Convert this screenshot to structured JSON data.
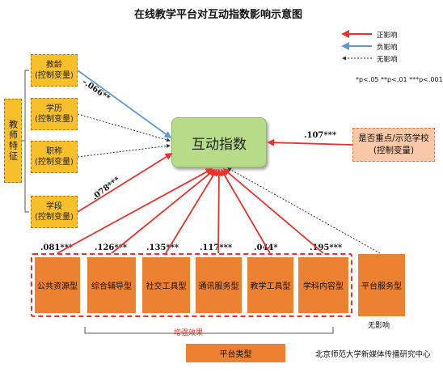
{
  "title": "在线教学平台对互动指数影响示意图",
  "legend": {
    "positive": "正影响",
    "negative": "负影响",
    "none": "无影响",
    "significance": "*p<.05 **p<.01 ***p<.001"
  },
  "teacher_group": {
    "label": "教师特征"
  },
  "controls": [
    {
      "label": "教龄\n(控制变量)"
    },
    {
      "label": "学历\n(控制变量)"
    },
    {
      "label": "职称\n(控制变量)"
    },
    {
      "label": "学段\n(控制变量)"
    }
  ],
  "center": {
    "label": "互动指数"
  },
  "school": {
    "label": "是否重点/示范学校\n(控制变量)"
  },
  "platform_types": [
    {
      "label": "公共资源型",
      "coef": ".081***"
    },
    {
      "label": "综合辅导型",
      "coef": ".126***"
    },
    {
      "label": "社交工具型",
      "coef": ".135***"
    },
    {
      "label": "通讯服务型",
      "coef": ".117***"
    },
    {
      "label": "教学工具型",
      "coef": ".044*"
    },
    {
      "label": "学科内容型",
      "coef": ".195***"
    }
  ],
  "platform_service": {
    "label": "平台服务型",
    "note": "无影响"
  },
  "coefficients": {
    "jiaoling": "-.066**",
    "xueduan": ".078***",
    "school": ".107***"
  },
  "bracket_label": "增强效果",
  "bottom_box": {
    "label": "平台类型"
  },
  "source": "北京师范大学新媒体传播研究中心",
  "colors": {
    "positive": "#e8322b",
    "negative": "#5b9bd5",
    "none": "#333333"
  }
}
